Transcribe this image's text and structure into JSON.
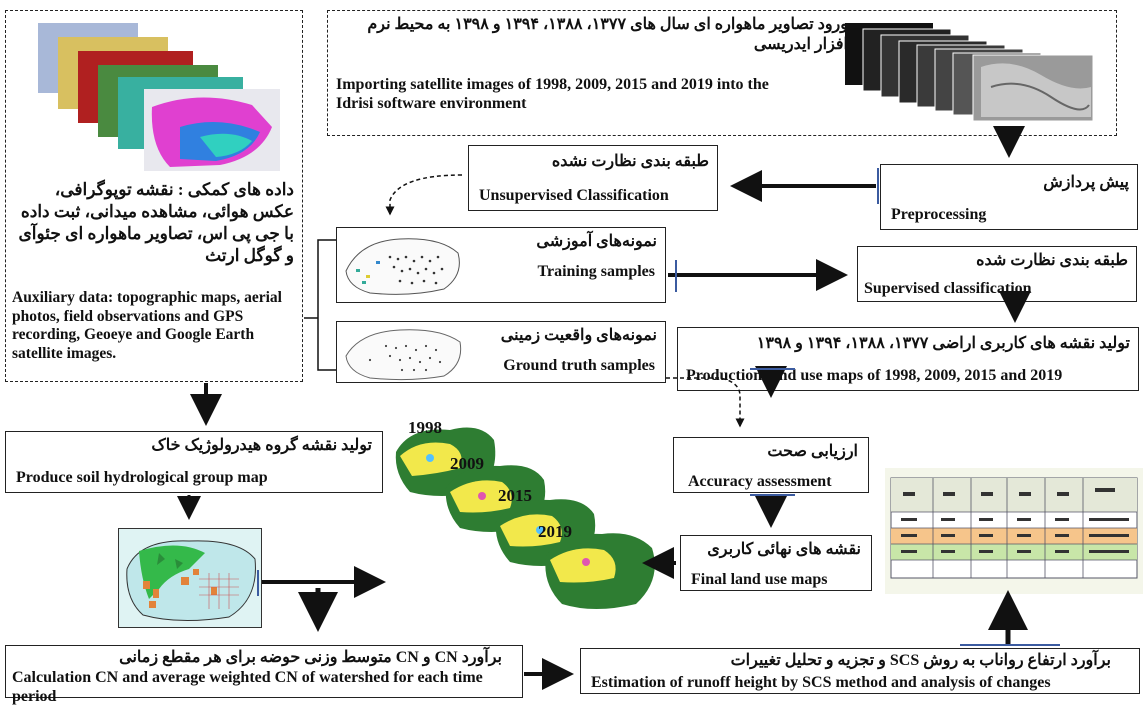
{
  "import": {
    "fa": "ورود تصاویر ماهواره ای سال های ۱۳۷۷، ۱۳۸۸، ۱۳۹۴ و ۱۳۹۸ به محیط نرم افزار ایدریسی",
    "en": "Importing satellite images of  1998, 2009, 2015 and 2019 into the Idrisi software environment"
  },
  "auxiliary": {
    "fa": "داده های کمکی : نقشه توپوگرافی، عکس هوائی، مشاهده میدانی، ثبت داده با جی پی اس، تصاویر ماهواره ای جئوآی و گوگل ارتث",
    "en": "Auxiliary data: topographic maps, aerial photos, field observations and GPS recording, Geoeye and Google Earth satellite images."
  },
  "preprocessing": {
    "fa": "پیش پردازش",
    "en": "Preprocessing"
  },
  "unsupervised": {
    "fa": "طبقه بندی نظارت نشده",
    "en": "Unsupervised Classification"
  },
  "training": {
    "fa": "نمونه‌های آموزشی",
    "en": "Training samples"
  },
  "supervised": {
    "fa": "طبقه بندی نظارت شده",
    "en": "Supervised classification"
  },
  "ground_truth": {
    "fa": "نمونه‌های واقعیت زمینی",
    "en": "Ground truth samples"
  },
  "production": {
    "fa": "تولید نقشه های کاربری اراضی ۱۳۷۷، ۱۳۸۸، ۱۳۹۴ و ۱۳۹۸",
    "en": "Production land use maps of 1998, 2009, 2015 and 2019"
  },
  "soil": {
    "fa": "تولید نقشه گروه هیدرولوژیک خاک",
    "en": "Produce soil hydrological group map"
  },
  "accuracy": {
    "fa": "ارزیابی صحت",
    "en": "Accuracy assessment"
  },
  "final_maps": {
    "fa": "نقشه های نهائی کاربری",
    "en": "Final land use maps"
  },
  "years": {
    "y1": "1998",
    "y2": "2009",
    "y3": "2015",
    "y4": "2019"
  },
  "cn": {
    "fa": "برآورد CN و  CN متوسط وزنی حوضه برای هر مقطع زمانی",
    "en": "Calculation CN and average weighted CN of watershed for each time period"
  },
  "runoff": {
    "fa": "برآورد ارتفاع رواناب به روش SCS و تجزیه و تحلیل تغییرات",
    "en": "Estimation of runoff height by SCS method and analysis of changes"
  },
  "colors": {
    "arrow": "#111111",
    "connector": "#3b5ba0",
    "map_green": "#2e7d32",
    "map_yellow": "#f2e84b"
  }
}
